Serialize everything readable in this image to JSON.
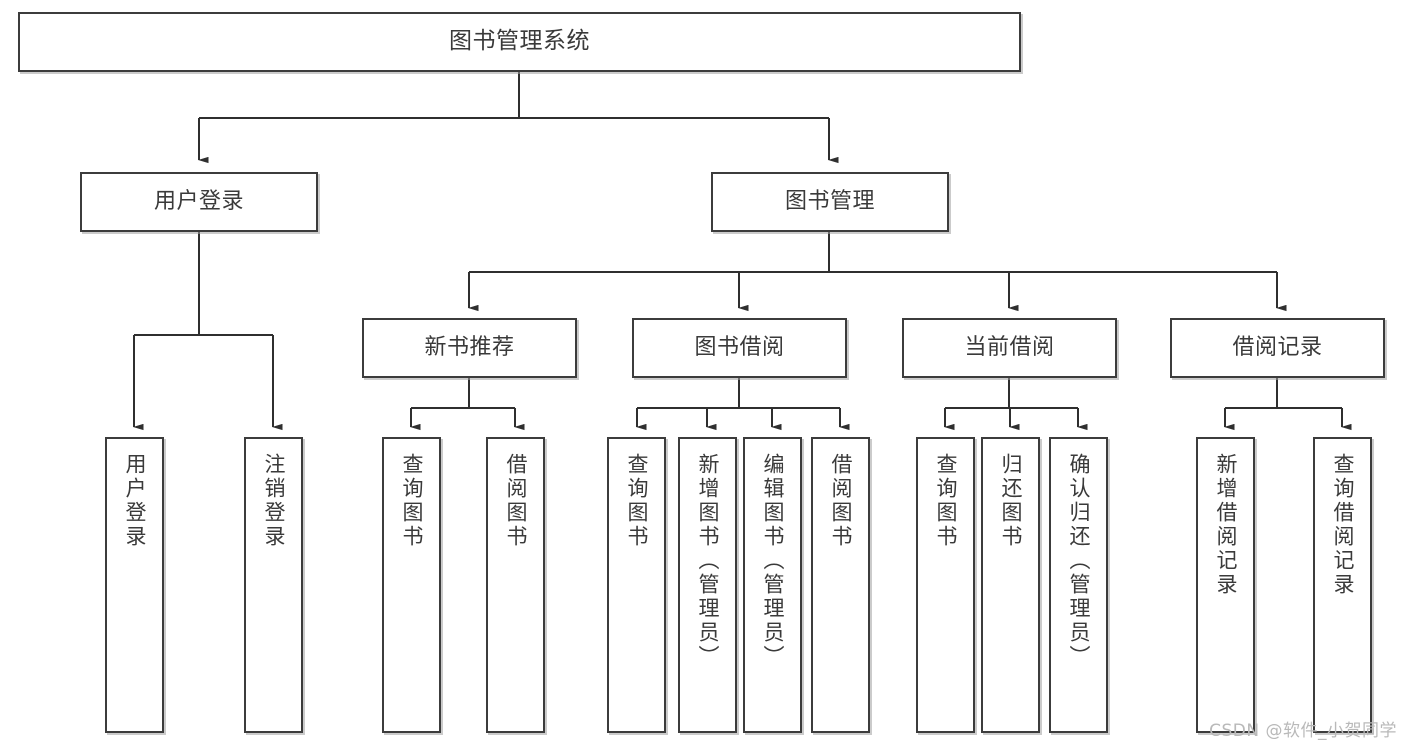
{
  "diagram": {
    "title": "图书管理系统",
    "type": "tree",
    "watermark": "CSDN @软件_小贺同学",
    "colors": {
      "background": "#ffffff",
      "border": "#3c3c3c",
      "text": "#3a3a3a",
      "connector": "#2f2f2f",
      "watermark": "#b9b9b9"
    },
    "root": {
      "id": "root",
      "label": "图书管理系统",
      "orientation": "horizontal"
    },
    "level2": [
      {
        "id": "user-login",
        "label": "用户登录",
        "orientation": "horizontal"
      },
      {
        "id": "book-manage",
        "label": "图书管理",
        "orientation": "horizontal"
      }
    ],
    "level3": [
      {
        "id": "new-book-recommend",
        "label": "新书推荐",
        "orientation": "horizontal",
        "parent": "book-manage"
      },
      {
        "id": "book-borrow",
        "label": "图书借阅",
        "orientation": "horizontal",
        "parent": "book-manage"
      },
      {
        "id": "current-borrow",
        "label": "当前借阅",
        "orientation": "horizontal",
        "parent": "book-manage"
      },
      {
        "id": "borrow-record",
        "label": "借阅记录",
        "orientation": "horizontal",
        "parent": "book-manage"
      }
    ],
    "leaves": [
      {
        "id": "leaf-user-login",
        "label": "用户登录",
        "parent": "user-login",
        "orientation": "vertical"
      },
      {
        "id": "leaf-user-logout",
        "label": "注销登录",
        "parent": "user-login",
        "orientation": "vertical"
      },
      {
        "id": "leaf-query-book-1",
        "label": "查询图书",
        "parent": "new-book-recommend",
        "orientation": "vertical"
      },
      {
        "id": "leaf-borrow-book-1",
        "label": "借阅图书",
        "parent": "new-book-recommend",
        "orientation": "vertical"
      },
      {
        "id": "leaf-query-book-2",
        "label": "查询图书",
        "parent": "book-borrow",
        "orientation": "vertical"
      },
      {
        "id": "leaf-add-book",
        "label": "新增图书（管理员）",
        "parent": "book-borrow",
        "orientation": "vertical"
      },
      {
        "id": "leaf-edit-book",
        "label": "编辑图书（管理员）",
        "parent": "book-borrow",
        "orientation": "vertical"
      },
      {
        "id": "leaf-borrow-book-2",
        "label": "借阅图书",
        "parent": "book-borrow",
        "orientation": "vertical"
      },
      {
        "id": "leaf-query-book-3",
        "label": "查询图书",
        "parent": "current-borrow",
        "orientation": "vertical"
      },
      {
        "id": "leaf-return-book",
        "label": "归还图书",
        "parent": "current-borrow",
        "orientation": "vertical"
      },
      {
        "id": "leaf-confirm-return",
        "label": "确认归还（管理员）",
        "parent": "current-borrow",
        "orientation": "vertical"
      },
      {
        "id": "leaf-add-record",
        "label": "新增借阅记录",
        "parent": "borrow-record",
        "orientation": "vertical"
      },
      {
        "id": "leaf-query-record",
        "label": "查询借阅记录",
        "parent": "borrow-record",
        "orientation": "vertical"
      }
    ]
  }
}
